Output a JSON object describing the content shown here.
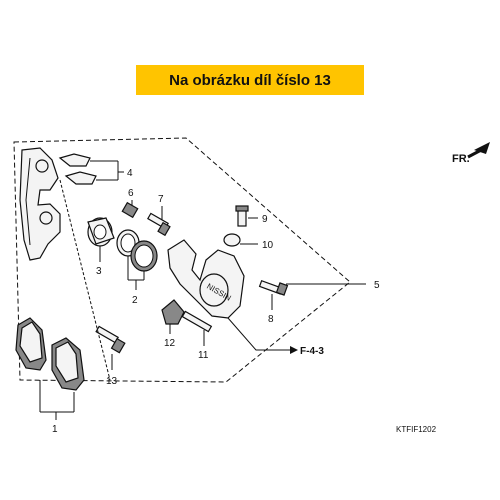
{
  "banner": {
    "text": "Na obrázku díl číslo 13"
  },
  "direction": {
    "text": "FR."
  },
  "reference": {
    "text": "F-4-3"
  },
  "diagram_code": {
    "text": "KTFIF1202"
  },
  "callouts": [
    {
      "id": "c1",
      "text": "1"
    },
    {
      "id": "c2",
      "text": "2"
    },
    {
      "id": "c3",
      "text": "3"
    },
    {
      "id": "c4",
      "text": "4"
    },
    {
      "id": "c5",
      "text": "5"
    },
    {
      "id": "c6",
      "text": "6"
    },
    {
      "id": "c7",
      "text": "7"
    },
    {
      "id": "c8",
      "text": "8"
    },
    {
      "id": "c9",
      "text": "9"
    },
    {
      "id": "c10",
      "text": "10"
    },
    {
      "id": "c11",
      "text": "11"
    },
    {
      "id": "c12",
      "text": "12"
    },
    {
      "id": "c13",
      "text": "13"
    }
  ],
  "colors": {
    "banner": "#ffc400",
    "line": "#111111"
  }
}
